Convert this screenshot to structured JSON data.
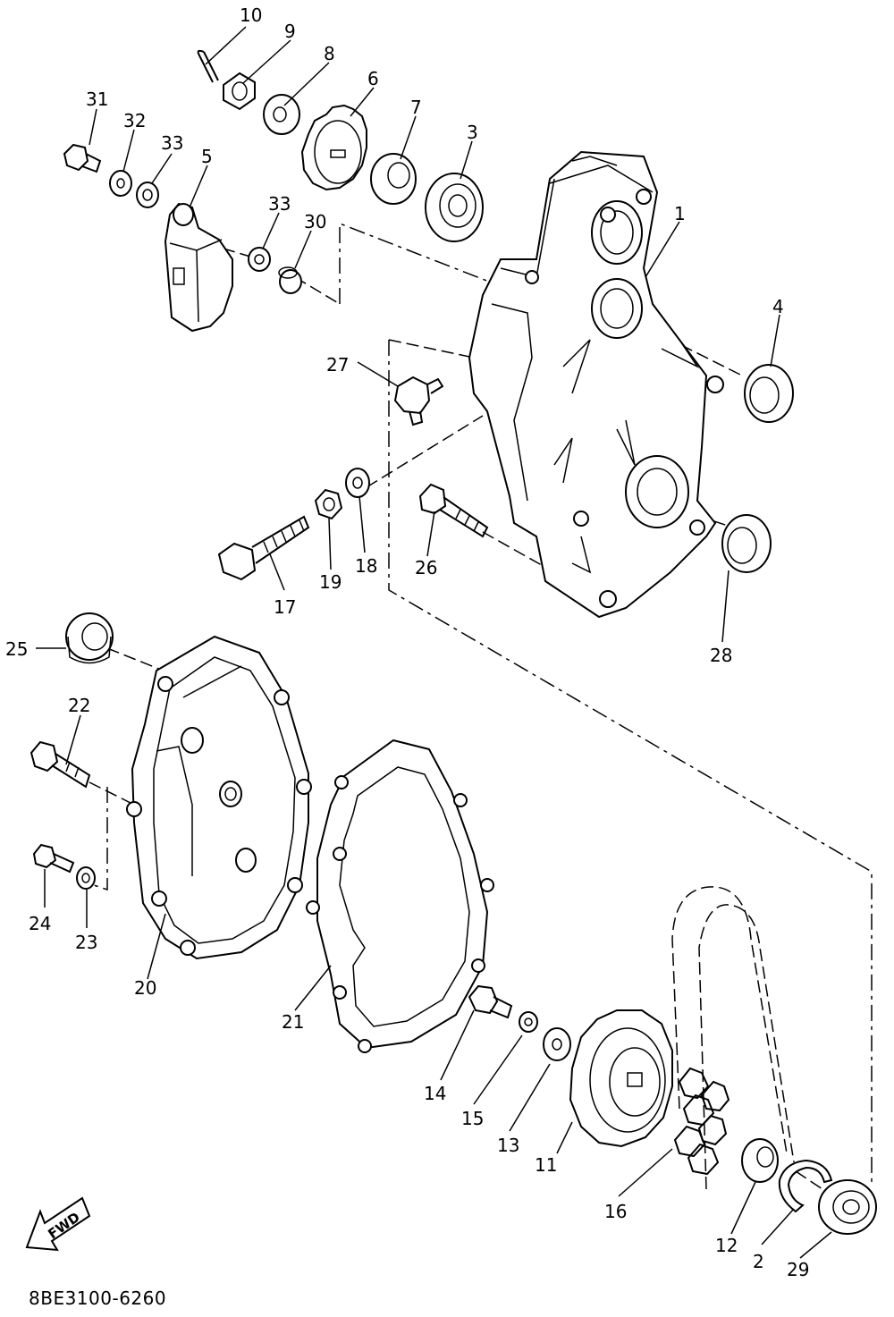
{
  "diagram": {
    "fwd_label": "FWD",
    "part_code": "8BE3100-6260",
    "callouts": [
      {
        "id": "c10",
        "text": "10"
      },
      {
        "id": "c9",
        "text": "9"
      },
      {
        "id": "c8",
        "text": "8"
      },
      {
        "id": "c6",
        "text": "6"
      },
      {
        "id": "c7",
        "text": "7"
      },
      {
        "id": "c3",
        "text": "3"
      },
      {
        "id": "c31",
        "text": "31"
      },
      {
        "id": "c32",
        "text": "32"
      },
      {
        "id": "c33a",
        "text": "33"
      },
      {
        "id": "c5",
        "text": "5"
      },
      {
        "id": "c33b",
        "text": "33"
      },
      {
        "id": "c30",
        "text": "30"
      },
      {
        "id": "c1",
        "text": "1"
      },
      {
        "id": "c4",
        "text": "4"
      },
      {
        "id": "c27",
        "text": "27"
      },
      {
        "id": "c17",
        "text": "17"
      },
      {
        "id": "c19",
        "text": "19"
      },
      {
        "id": "c18",
        "text": "18"
      },
      {
        "id": "c26",
        "text": "26"
      },
      {
        "id": "c28",
        "text": "28"
      },
      {
        "id": "c25",
        "text": "25"
      },
      {
        "id": "c22",
        "text": "22"
      },
      {
        "id": "c24",
        "text": "24"
      },
      {
        "id": "c23",
        "text": "23"
      },
      {
        "id": "c20",
        "text": "20"
      },
      {
        "id": "c21",
        "text": "21"
      },
      {
        "id": "c14",
        "text": "14"
      },
      {
        "id": "c15",
        "text": "15"
      },
      {
        "id": "c13",
        "text": "13"
      },
      {
        "id": "c11",
        "text": "11"
      },
      {
        "id": "c16",
        "text": "16"
      },
      {
        "id": "c12",
        "text": "12"
      },
      {
        "id": "c2",
        "text": "2"
      },
      {
        "id": "c29",
        "text": "29"
      }
    ]
  }
}
